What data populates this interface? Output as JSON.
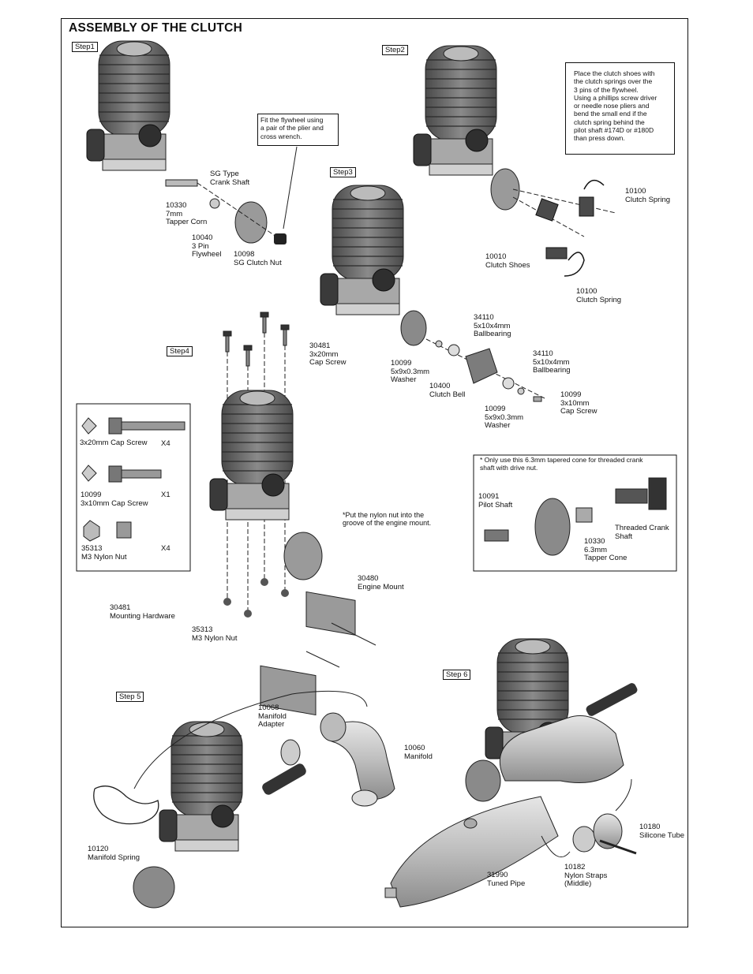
{
  "title": "ASSEMBLY OF THE CLUTCH",
  "steps": {
    "step1": "Step1",
    "step2": "Step2",
    "step3": "Step3",
    "step4": "Step4",
    "step5": "Step 5",
    "step6": "Step 6"
  },
  "notes": {
    "flywheel_tip": "Fit the flywheel using\na pair of the plier and\ncross wrench.",
    "clutch_tip": "Place the clutch shoes with\nthe clutch springs over the\n3 pins of the flywheel.\nUsing a phillips screw driver\nor needle nose pliers and\nbend the small end if the\nclutch spring behind the\npilot shaft #174D or #180D\nthan press down.",
    "nylon_nut_tip": "*Put the nylon nut into the\n  groove of the engine mount.",
    "tapered_cone_tip": "* Only use this 6.3mm tapered cone for threaded crank\n   shaft with drive nut."
  },
  "labels": {
    "sg_crank": "SG Type\nCrank Shaft",
    "tapper_corn": "10330\n7mm\nTapper Corn",
    "flywheel": "10040\n3 Pin\nFlywheel",
    "clutch_nut": "10098\nSG Clutch Nut",
    "clutch_spring_a": "10100\nClutch Spring",
    "clutch_shoes": "10010\nClutch Shoes",
    "clutch_spring_b": "10100\nClutch Spring",
    "ballbearing_a": "34110\n5x10x4mm\nBallbearing",
    "washer_a": "10099\n5x9x0.3mm\nWasher",
    "clutch_bell": "10400\nClutch Bell",
    "ballbearing_b": "34110\n5x10x4mm\nBallbearing",
    "washer_b": "10099\n5x9x0.3mm\nWasher",
    "cap_screw_3x10": "10099\n3x10mm\nCap Screw",
    "cap_screw_3x20": "30481\n3x20mm\nCap Screw",
    "pilot_shaft": "10091\nPilot Shaft",
    "tapper_cone": "10330\n6.3mm\nTapper Cone",
    "threaded_crank": "Threaded Crank\nShaft",
    "engine_mount": "30480\nEngine Mount",
    "mounting_hardware": "30481\nMounting Hardware",
    "nylon_nut": "35313\nM3 Nylon Nut",
    "manifold_adapter": "10068\nManifold\nAdapter",
    "manifold": "10060\nManifold",
    "manifold_spring": "10120\nManifold Spring",
    "silicone_tube": "10180\nSilicone Tube",
    "nylon_straps": "10182\nNylon Straps\n(Middle)",
    "tuned_pipe": "31990\nTuned Pipe"
  },
  "hardware_box": {
    "item1_name": "3x20mm Cap Screw",
    "item1_qty": "X4",
    "item2_name": "10099\n3x10mm Cap Screw",
    "item2_qty": "X1",
    "item3_name": "35313\nM3 Nylon Nut",
    "item3_qty": "X4"
  },
  "colors": {
    "engine_fill": "#6e6e6e",
    "engine_dark": "#3a3a3a",
    "metal_light": "#c8c8c8",
    "line": "#111111"
  }
}
